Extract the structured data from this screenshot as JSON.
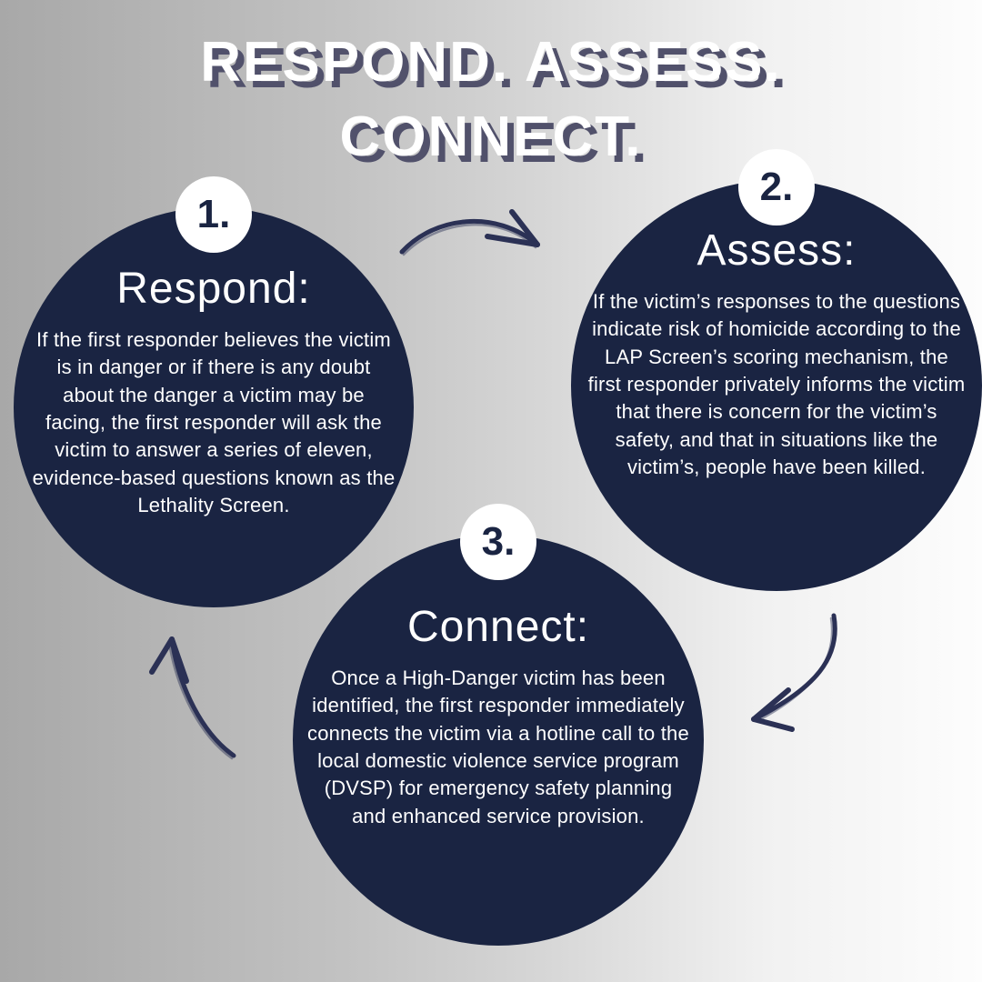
{
  "poster": {
    "title_line1": "RESPOND. ASSESS.",
    "title_line2": "CONNECT."
  },
  "steps": [
    {
      "number": "1.",
      "heading": "Respond:",
      "body": "If the first responder believes the victim is in danger or if there is any doubt about the danger a victim may be facing, the first responder will ask the victim to answer a series of eleven, evidence-based questions known as the Lethality Screen."
    },
    {
      "number": "2.",
      "heading": "Assess:",
      "body": "If the victim’s responses to the questions indicate risk of homicide according to the LAP Screen’s scoring mechanism, the first responder privately informs the victim that there is concern for the victim’s safety, and that in situations like the victim’s, people have been killed."
    },
    {
      "number": "3.",
      "heading": "Connect:",
      "body": "Once a High-Danger victim has been identified, the first responder immediately connects the victim via a hotline call to the local domestic violence service program (DVSP) for emergency safety planning and enhanced service provision."
    }
  ],
  "icons": {
    "step1_to_step2": "hand-drawn-curved-arrow-right",
    "step2_to_step3": "hand-drawn-curved-arrow-down-left",
    "step3_to_step1": "hand-drawn-curved-arrow-up"
  },
  "colors": {
    "circle_fill": "#1a2442",
    "circle_text": "#ffffff",
    "badge_fill": "#ffffff",
    "badge_text": "#1a2442",
    "title_text": "#ffffff",
    "title_shadow": "#51516b",
    "arrow": "#2b3155",
    "background_left": "#a8a8a8",
    "background_right": "#fdfdfd"
  }
}
